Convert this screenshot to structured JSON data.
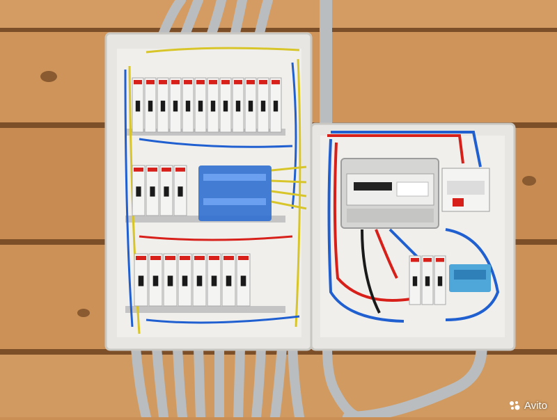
{
  "photo": {
    "subject": "",
    "colors": {
      "wood": "#c98f55",
      "wood_dark": "#8a5a30",
      "enclosure": "#e8e6e2",
      "conduit": "#b9bdc0",
      "breaker": "#f4f4f2",
      "terminal_blue": "#2f6fd0",
      "wire_red": "#d8201a",
      "wire_blue": "#1f5fd0",
      "wire_yellow": "#d8c52a",
      "wire_black": "#1a1a1a"
    }
  },
  "left_panel": {
    "top_row_breakers": 12,
    "mid_row_breakers": 4,
    "bottom_row_breakers": 8
  },
  "right_panel": {
    "meter_present": true,
    "bottom_breakers": 3
  },
  "watermark": {
    "text": "Avito"
  }
}
